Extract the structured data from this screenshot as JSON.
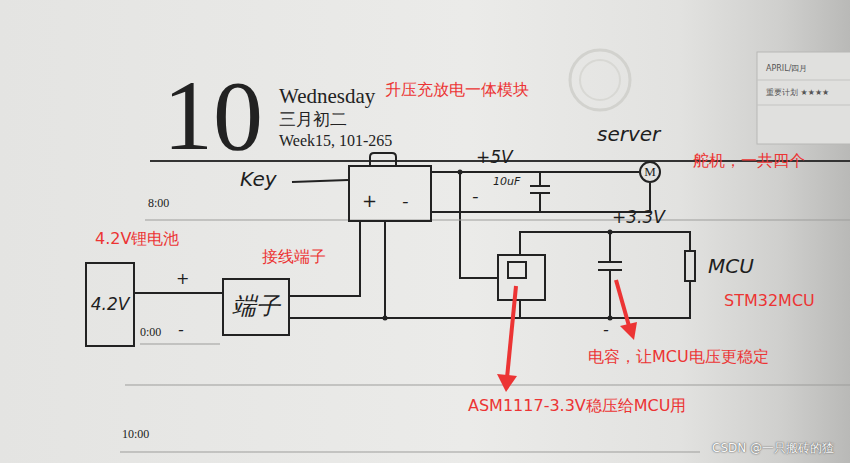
{
  "diagram": {
    "nodes": [
      {
        "text": [
          "4.2V锂电池",
          "4.2V"
        ]
      },
      {
        "text": [
          "接线端子",
          "端子"
        ]
      },
      {
        "text": [
          "升压充放电一体模块",
          "+",
          "-"
        ]
      },
      {
        "text": [
          "server",
          "M"
        ]
      },
      {
        "text": [
          "MCU"
        ]
      }
    ],
    "edges": [
      {
        "from": 0,
        "to": 1,
        "arrow": "none"
      },
      {
        "from": 1,
        "to": 2,
        "arrow": "none"
      },
      {
        "from": 2,
        "to": 3,
        "label": "+5V",
        "arrow": "none"
      },
      {
        "from": 2,
        "to": 4,
        "label": "+3.3V",
        "arrow": "none"
      }
    ],
    "labels": [
      "10",
      "Wednesday",
      "三月初二",
      "Week15, 101-265",
      "APRIL/四月",
      "重要计划 ★★★★",
      "Key",
      "10uF",
      "-",
      "舵机，一共四个",
      "8:00",
      "+",
      "-",
      "0:00",
      "-",
      "STM32MCU",
      "ASM1117-3.3V稳压给MCU用",
      "电容，让MCU电压更稳定",
      "10:00",
      "CSDN @一只搬砖的猹"
    ]
  }
}
